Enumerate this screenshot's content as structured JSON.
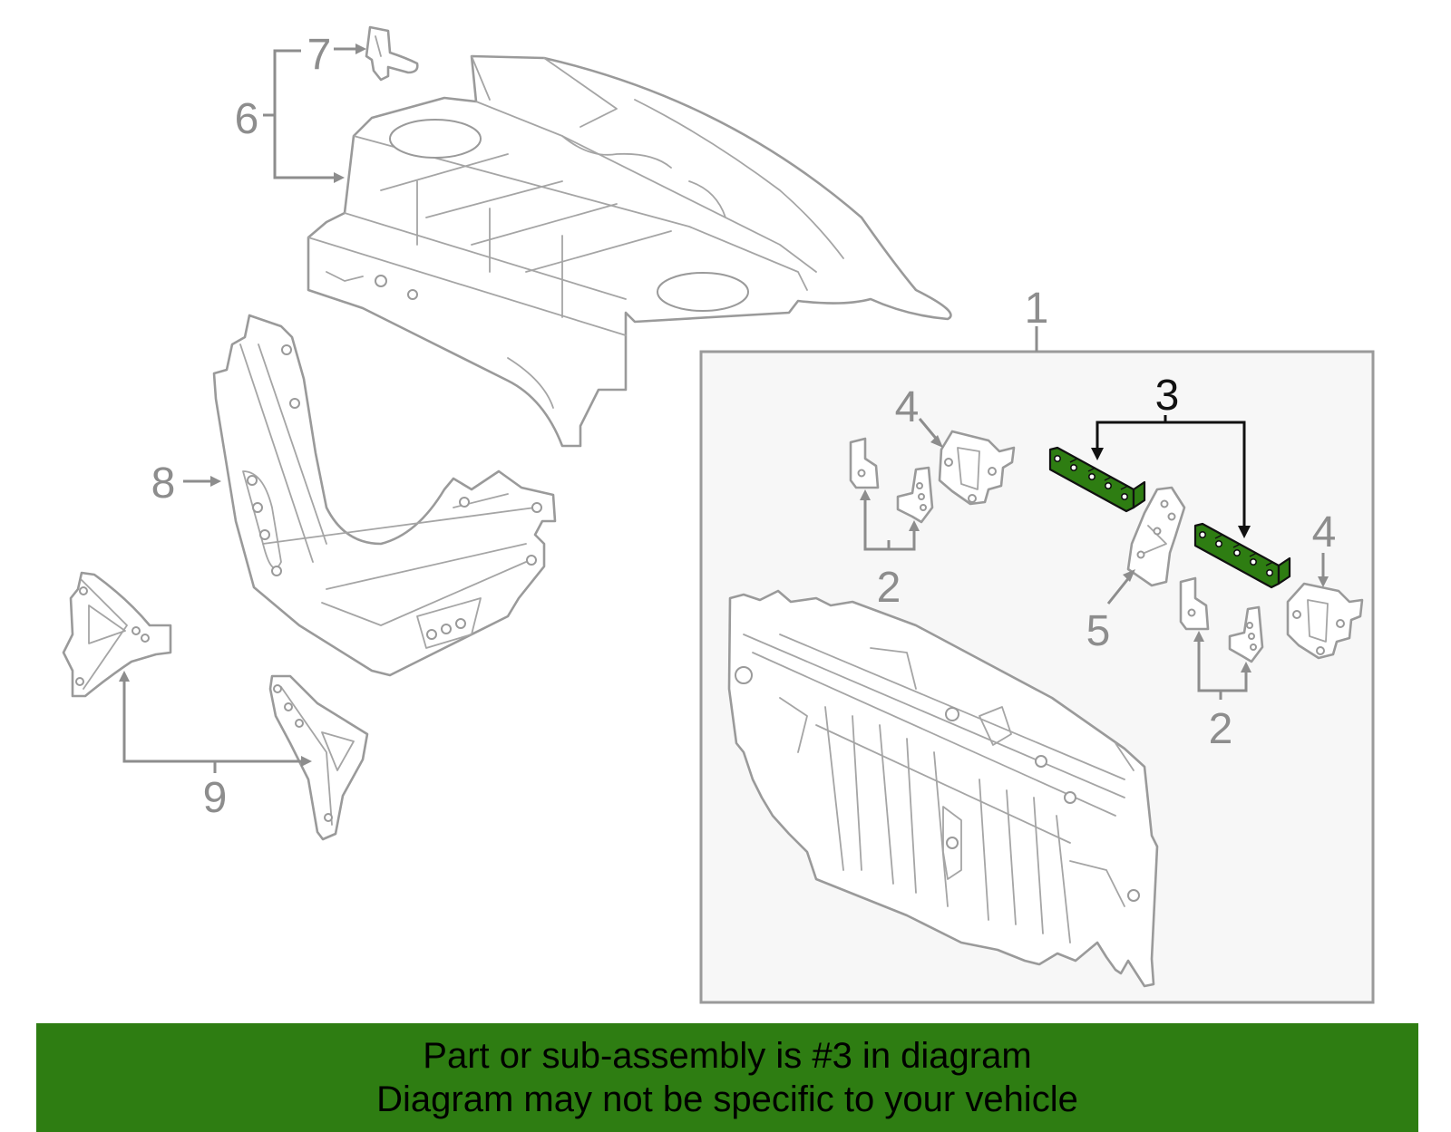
{
  "callouts": {
    "c1": "1",
    "c2a": "2",
    "c2b": "2",
    "c3": "3",
    "c4a": "4",
    "c4b": "4",
    "c5": "5",
    "c6": "6",
    "c7": "7",
    "c8": "8",
    "c9": "9"
  },
  "highlight": {
    "part_number": "3",
    "color": "#2e7d12"
  },
  "banner": {
    "background": "#2e7d12",
    "line1": "Part or sub-assembly is #3 in diagram",
    "line2": "Diagram may not be specific to your vehicle"
  }
}
